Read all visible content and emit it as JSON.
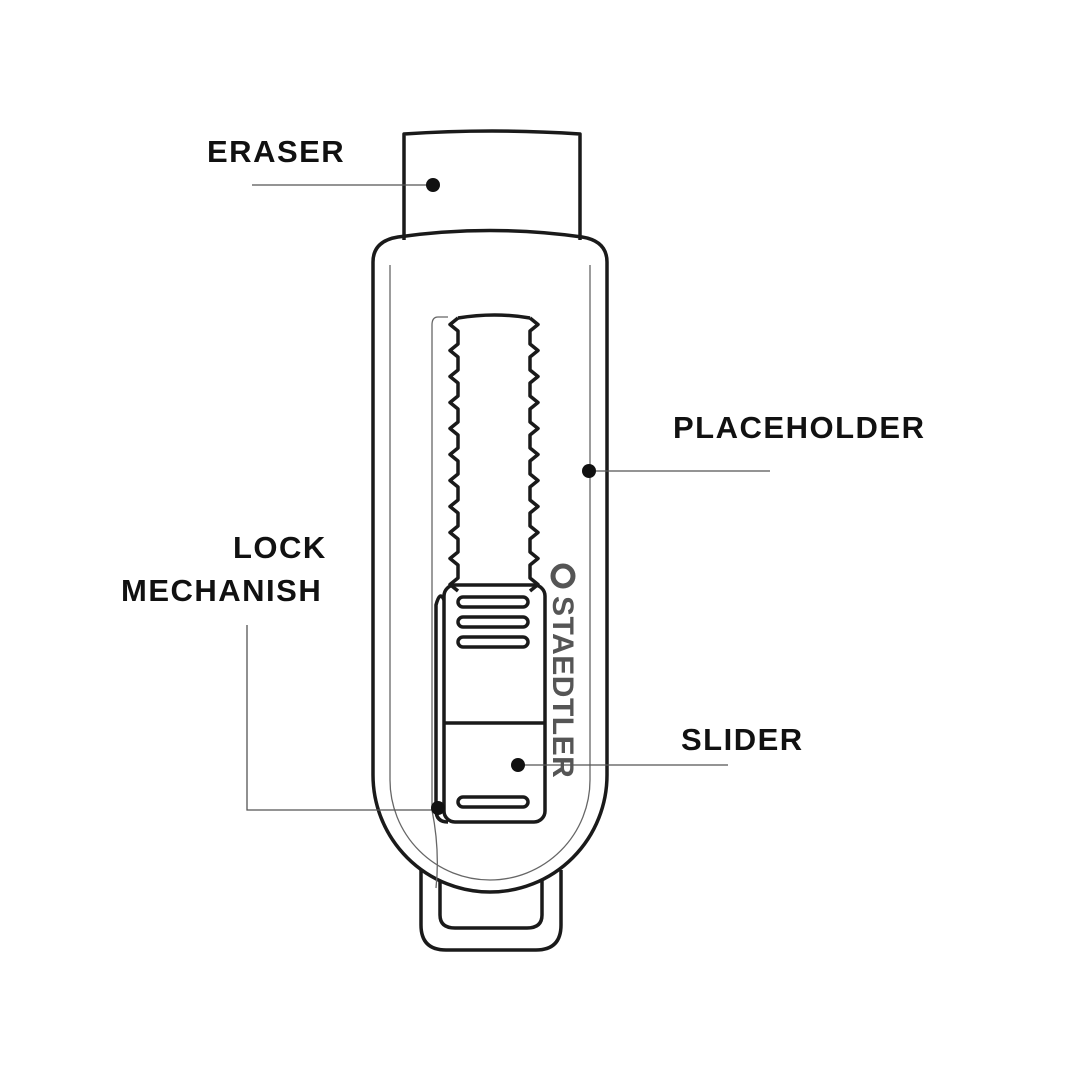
{
  "title": "Eraser diagram",
  "labels": {
    "eraser": "ERASER",
    "placeholder": "PLACEHOLDER",
    "lock_line1": "LOCK",
    "lock_line2": "MECHANISH",
    "slider": "SLIDER"
  },
  "brand": "STAEDTLER",
  "colors": {
    "line": "#1a1a1a",
    "leader": "#555555",
    "brand": "#555555"
  }
}
